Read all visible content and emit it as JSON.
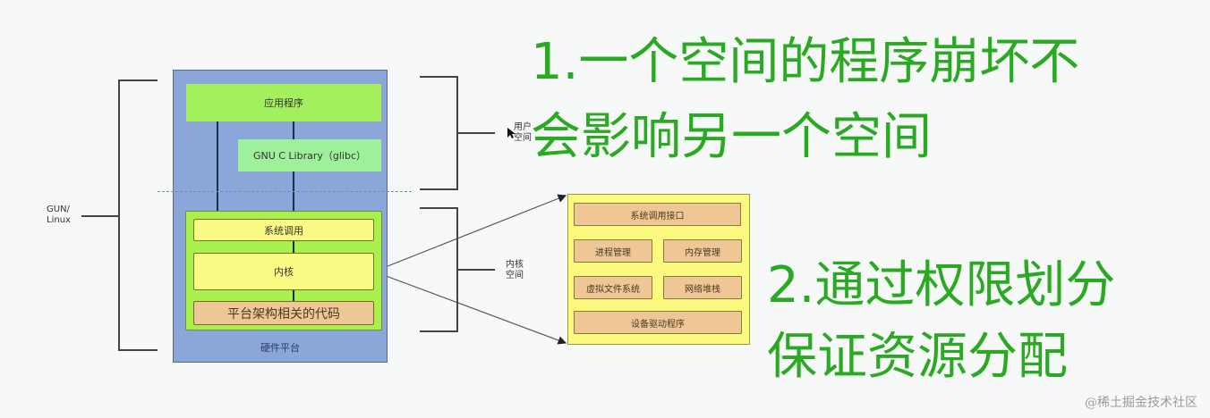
{
  "diagram": {
    "stack": {
      "application": "应用程序",
      "glibc": "GNU C Library（glibc）",
      "syscall": "系统调用",
      "kernel": "内核",
      "arch_code": "平台架构相关的代码",
      "hardware": "硬件平台"
    },
    "brackets": {
      "gnu_linux": "GUN/\nLinux",
      "gnu_linux_line1": "GUN/",
      "gnu_linux_line2": "Linux",
      "user_space_line1": "用户",
      "user_space_line2": "空间",
      "kernel_space_line1": "内核",
      "kernel_space_line2": "空间"
    },
    "kernel_detail": {
      "syscall_interface": "系统调用接口",
      "process_mgmt": "进程管理",
      "memory_mgmt": "内存管理",
      "vfs": "虚拟文件系统",
      "network_stack": "网络堆栈",
      "device_drivers": "设备驱动程序"
    }
  },
  "annotations": {
    "point1_line1": "1.一个空间的程序崩坏不",
    "point1_line2": "会影响另一个空间",
    "point2_line1": "2.通过权限划分",
    "point2_line2": "保证资源分配"
  },
  "watermark": "@稀土掘金技术社区",
  "colors": {
    "annotation_green": "#2aaa22",
    "hardware_blue": "#8ba6d8",
    "app_green": "#a4ef5e",
    "kernel_yellow": "#fbfa84",
    "arch_tan": "#efc796"
  }
}
